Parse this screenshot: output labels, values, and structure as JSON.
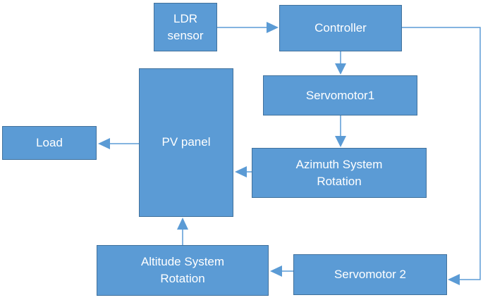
{
  "diagram": {
    "blocks": {
      "ldr": {
        "line1": "LDR",
        "line2": "sensor"
      },
      "controller": {
        "label": "Controller"
      },
      "servo1": {
        "label": "Servomotor1"
      },
      "azimuth": {
        "line1": "Azimuth System",
        "line2": "Rotation"
      },
      "pv": {
        "label": "PV panel"
      },
      "load": {
        "label": "Load"
      },
      "altitude": {
        "line1": "Altitude System",
        "line2": "Rotation"
      },
      "servo2": {
        "label": "Servomotor 2"
      }
    },
    "connections": [
      {
        "from": "LDR sensor",
        "to": "Controller"
      },
      {
        "from": "Controller",
        "to": "Servomotor1"
      },
      {
        "from": "Servomotor1",
        "to": "Azimuth System Rotation"
      },
      {
        "from": "Azimuth System Rotation",
        "to": "PV panel"
      },
      {
        "from": "PV panel",
        "to": "Load"
      },
      {
        "from": "Controller",
        "to": "Servomotor 2"
      },
      {
        "from": "Servomotor 2",
        "to": "Altitude System Rotation"
      },
      {
        "from": "Altitude System Rotation",
        "to": "PV panel"
      }
    ],
    "colors": {
      "block_fill": "#5b9bd5",
      "block_border": "#41719c",
      "text": "#ffffff",
      "connector": "#5b9bd5"
    }
  }
}
